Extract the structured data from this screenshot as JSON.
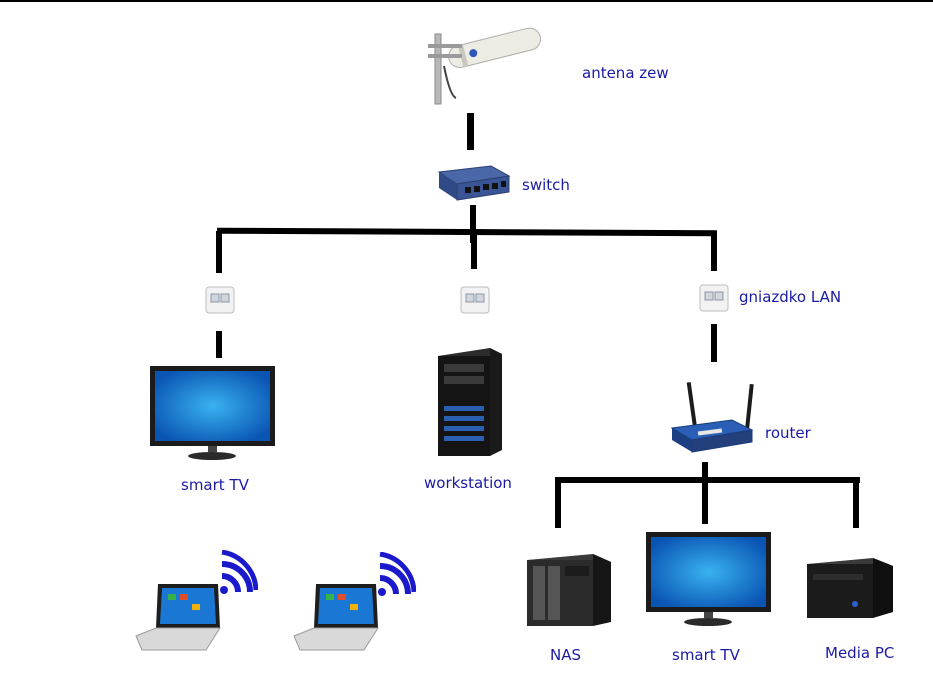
{
  "colors": {
    "label": "#1a1aa6",
    "wire": "#000000",
    "wifi": "#1a1acc"
  },
  "nodes": {
    "antenna": {
      "label": "antena zew",
      "icon": "outdoor-antenna-icon"
    },
    "switch": {
      "label": "switch",
      "icon": "network-switch-icon"
    },
    "lan_socket": {
      "label": "gniazdko LAN",
      "icon": "lan-socket-icon"
    },
    "smart_tv_left": {
      "label": "smart TV",
      "icon": "tv-icon"
    },
    "workstation": {
      "label": "workstation",
      "icon": "tower-pc-icon"
    },
    "router": {
      "label": "router",
      "icon": "wifi-router-icon"
    },
    "nas": {
      "label": "NAS",
      "icon": "nas-icon"
    },
    "smart_tv_right": {
      "label": "smart TV",
      "icon": "tv-icon"
    },
    "media_pc": {
      "label": "Media PC",
      "icon": "media-pc-icon"
    },
    "laptop_1": {
      "icon": "laptop-icon"
    },
    "laptop_2": {
      "icon": "laptop-icon"
    }
  }
}
